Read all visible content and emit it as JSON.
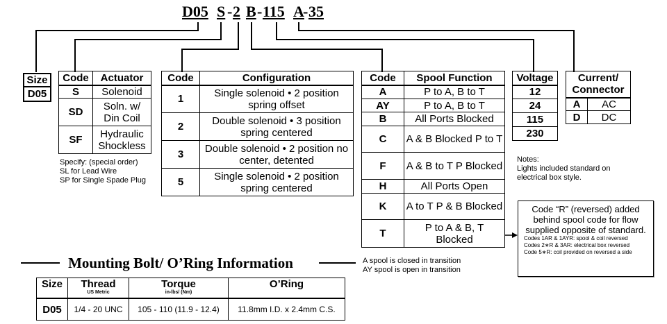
{
  "model_code": {
    "p1": "D05",
    "p2": "S",
    "p3": "-",
    "p4": "2",
    "p5": "B",
    "p6": "-",
    "p7": "115",
    "p8": "A",
    "p9": "-",
    "p10": "35"
  },
  "size": {
    "header": "Size",
    "value": "D05"
  },
  "actuator": {
    "headers": [
      "Code",
      "Actuator"
    ],
    "rows": [
      [
        "S",
        "Solenoid"
      ],
      [
        "SD",
        "Soln. w/ Din Coil"
      ],
      [
        "SF",
        "Hydraulic Shockless"
      ]
    ],
    "notes": "Specify: (special order)\nSL for Lead Wire\nSP for Single Spade Plug"
  },
  "configuration": {
    "headers": [
      "Code",
      "Configuration"
    ],
    "rows": [
      [
        "1",
        "Single solenoid • 2 position spring offset"
      ],
      [
        "2",
        "Double solenoid • 3 position spring centered"
      ],
      [
        "3",
        "Double solenoid • 2 position no center, detented"
      ],
      [
        "5",
        "Single solenoid • 2 position spring centered"
      ]
    ]
  },
  "spool": {
    "headers": [
      "Code",
      "Spool Function"
    ],
    "rows": [
      [
        "A",
        "P to A, B to T"
      ],
      [
        "AY",
        "P to A, B to T"
      ],
      [
        "B",
        "All Ports Blocked"
      ],
      [
        "C",
        "A & B Blocked P to T"
      ],
      [
        "F",
        "A & B to T P Blocked"
      ],
      [
        "H",
        "All Ports Open"
      ],
      [
        "K",
        "A to T P & B Blocked"
      ],
      [
        "T",
        "P to A & B, T Blocked"
      ]
    ],
    "notes": "A spool is closed in transition\nAY spool is open in transition"
  },
  "voltage": {
    "header": "Voltage",
    "values": [
      "12",
      "24",
      "115",
      "230"
    ]
  },
  "current": {
    "header": "Current/ Connector",
    "rows": [
      [
        "A",
        "AC"
      ],
      [
        "D",
        "DC"
      ]
    ]
  },
  "voltage_notes": "Notes:\nLights included standard on\nelectrical box style.",
  "callout": {
    "main": "Code “R” (reversed) added behind spool code for flow supplied opposite of standard.",
    "sub": "Codes 1AR & 1AYR: spool & coil reversed\nCodes 2∗R & 3AR: electrical box reversed\nCode 5∗R:  coil provided on reversed a side"
  },
  "mounting": {
    "title": "Mounting Bolt/ O’Ring Information",
    "headers": [
      {
        "label": "Size",
        "sub": ""
      },
      {
        "label": "Thread",
        "sub": "US Metric"
      },
      {
        "label": "Torque",
        "sub": "in-lbs/ (Nm)"
      },
      {
        "label": "O’Ring",
        "sub": ""
      }
    ],
    "row": [
      "D05",
      "1/4 - 20 UNC",
      "105 - 110 (11.9 - 12.4)",
      "11.8mm I.D. x 2.4mm C.S."
    ]
  }
}
